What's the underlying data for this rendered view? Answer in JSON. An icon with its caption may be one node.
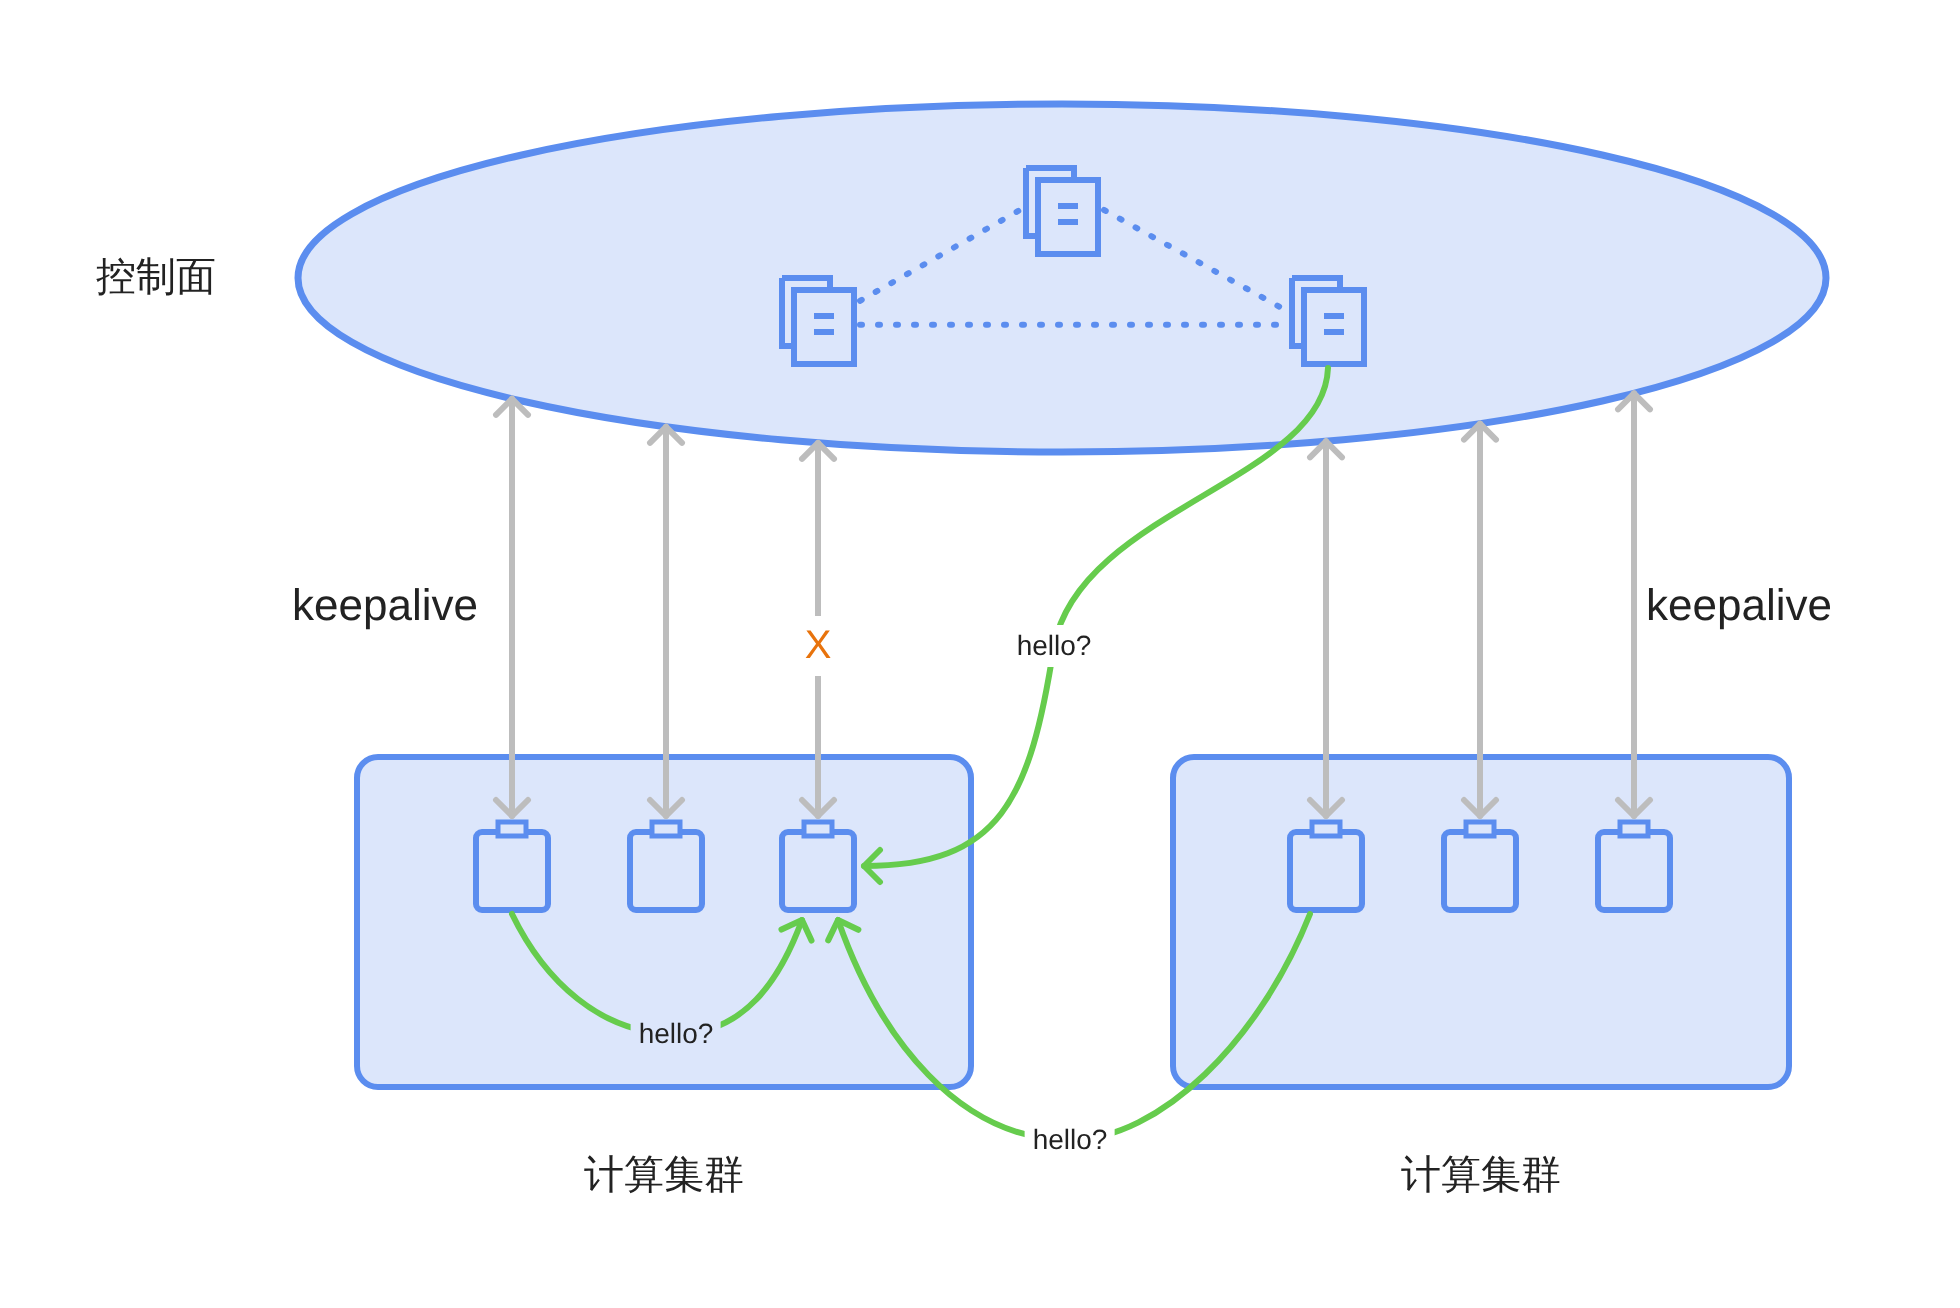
{
  "diagram": {
    "nodes": [
      {
        "text": [
          "控制面"
        ]
      },
      {
        "text": [],
        "shape": "picture",
        "in": 0
      },
      {
        "text": [],
        "shape": "picture",
        "in": 0
      },
      {
        "text": [],
        "shape": "picture",
        "in": 0
      },
      {
        "text": [
          "计算集群"
        ]
      },
      {
        "text": [],
        "shape": "box",
        "in": 4
      },
      {
        "text": [],
        "shape": "box",
        "in": 4
      },
      {
        "text": [],
        "shape": "box",
        "in": 4
      },
      {
        "text": [
          "计算集群"
        ]
      },
      {
        "text": [],
        "shape": "box",
        "in": 8
      },
      {
        "text": [],
        "shape": "box",
        "in": 8
      },
      {
        "text": [],
        "shape": "box",
        "in": 8
      }
    ],
    "edges": [
      {
        "from": 1,
        "to": 2,
        "arrow": "none",
        "style": "dashed",
        "color": "#5b8def"
      },
      {
        "from": 2,
        "to": 3,
        "arrow": "none",
        "style": "dashed",
        "color": "#5b8def"
      },
      {
        "from": 1,
        "to": 3,
        "arrow": "none",
        "style": "dashed",
        "color": "#5b8def"
      },
      {
        "from": 0,
        "to": 5,
        "arrow": "both"
      },
      {
        "from": 0,
        "to": 6,
        "arrow": "both"
      },
      {
        "from": 0,
        "to": 7,
        "arrow": "both",
        "label": "X"
      },
      {
        "from": 0,
        "to": 9,
        "arrow": "both"
      },
      {
        "from": 0,
        "to": 10,
        "arrow": "both"
      },
      {
        "from": 0,
        "to": 11,
        "arrow": "both"
      },
      {
        "from": 3,
        "to": 7,
        "arrow": "to",
        "label": "hello?",
        "color": "#66cc4d"
      },
      {
        "from": 5,
        "to": 7,
        "arrow": "to",
        "label": "hello?",
        "color": "#66cc4d"
      },
      {
        "from": 9,
        "to": 7,
        "arrow": "to",
        "label": "hello?",
        "color": "#66cc4d"
      }
    ],
    "labels": [
      "keepalive",
      "keepalive"
    ]
  }
}
